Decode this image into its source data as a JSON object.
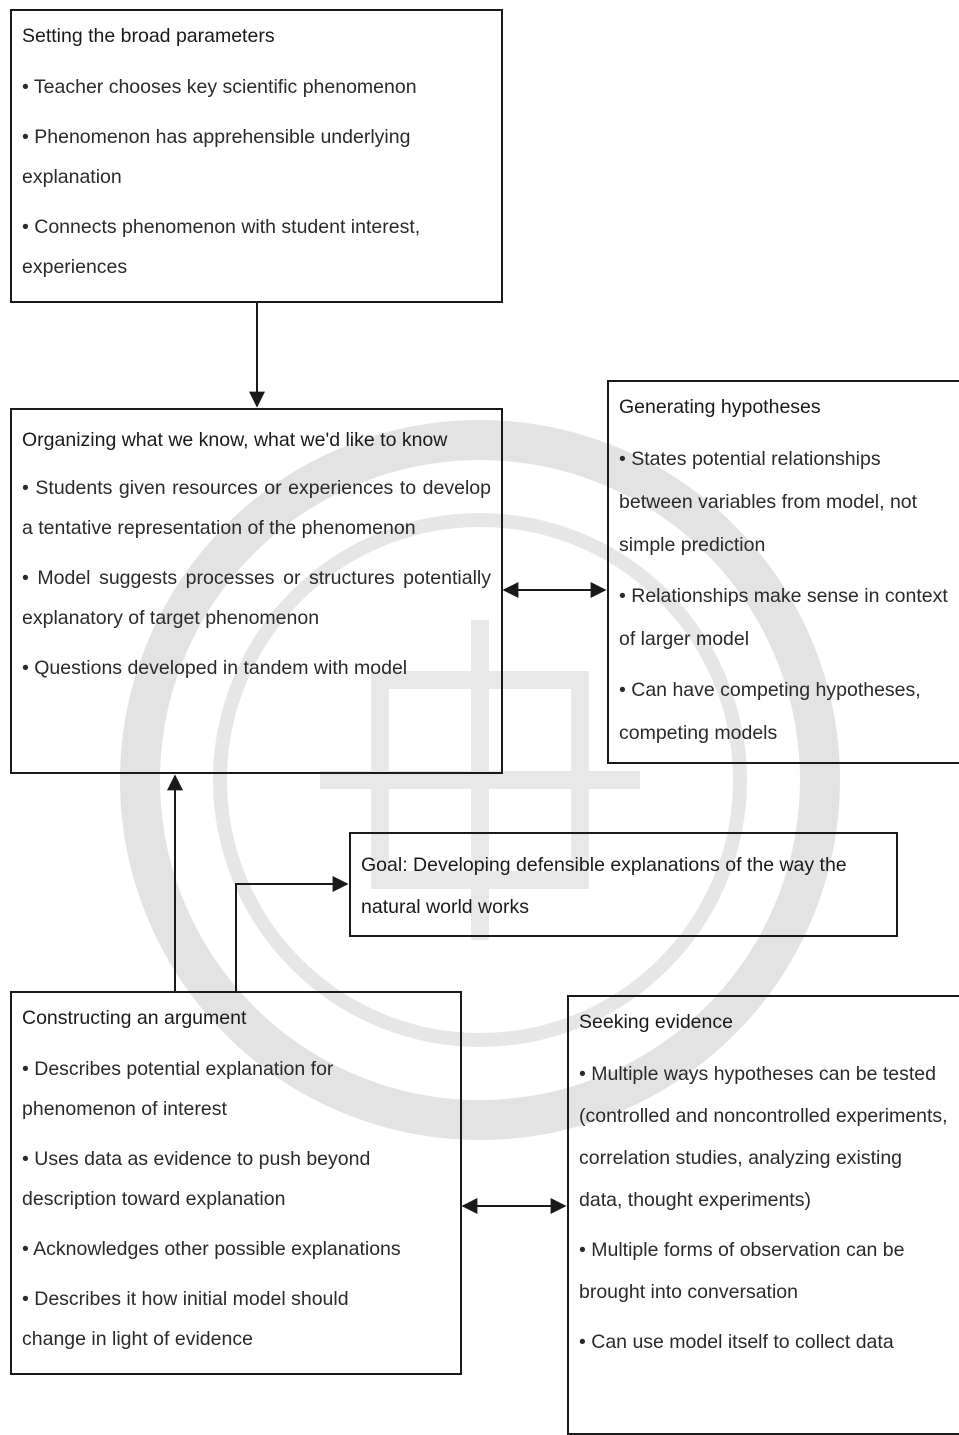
{
  "boxes": {
    "setting": {
      "title": "Setting the broad parameters",
      "items": [
        "Teacher chooses key scientific phenomenon",
        "Phenomenon has apprehensible underlying explanation",
        "Connects phenomenon with student interest, experiences"
      ]
    },
    "organizing": {
      "title": "Organizing what we know, what we'd like to know",
      "items": [
        "Students given resources or experiences to develop a tentative representation of the phenomenon",
        "Model suggests processes or structures potentially explanatory of target phenomenon",
        "Questions developed in tandem with model"
      ]
    },
    "generating": {
      "title": "Generating hypotheses",
      "items": [
        "States potential relationships between variables from model, not simple prediction",
        "Relationships make sense in context of larger model",
        "Can have competing hypotheses, competing models"
      ]
    },
    "goal": {
      "title": "Goal: Developing defensible explanations of the way the natural world works"
    },
    "constructing": {
      "title": "Constructing an argument",
      "items": [
        "Describes potential explanation for phenomenon of interest",
        "Uses data as evidence to push beyond description toward explanation",
        "Acknowledges other possible explanations",
        "Describes it how initial model should change in light of evidence"
      ]
    },
    "seeking": {
      "title": "Seeking evidence",
      "items": [
        "Multiple ways hypotheses can be tested (controlled and noncontrolled experiments, correlation studies, analyzing existing data, thought experiments)",
        "Multiple forms of observation can be brought into conversation",
        "Can use model itself to collect data"
      ]
    }
  },
  "colors": {
    "line": "#1a1a1a",
    "watermark": "#d8d8d8"
  }
}
